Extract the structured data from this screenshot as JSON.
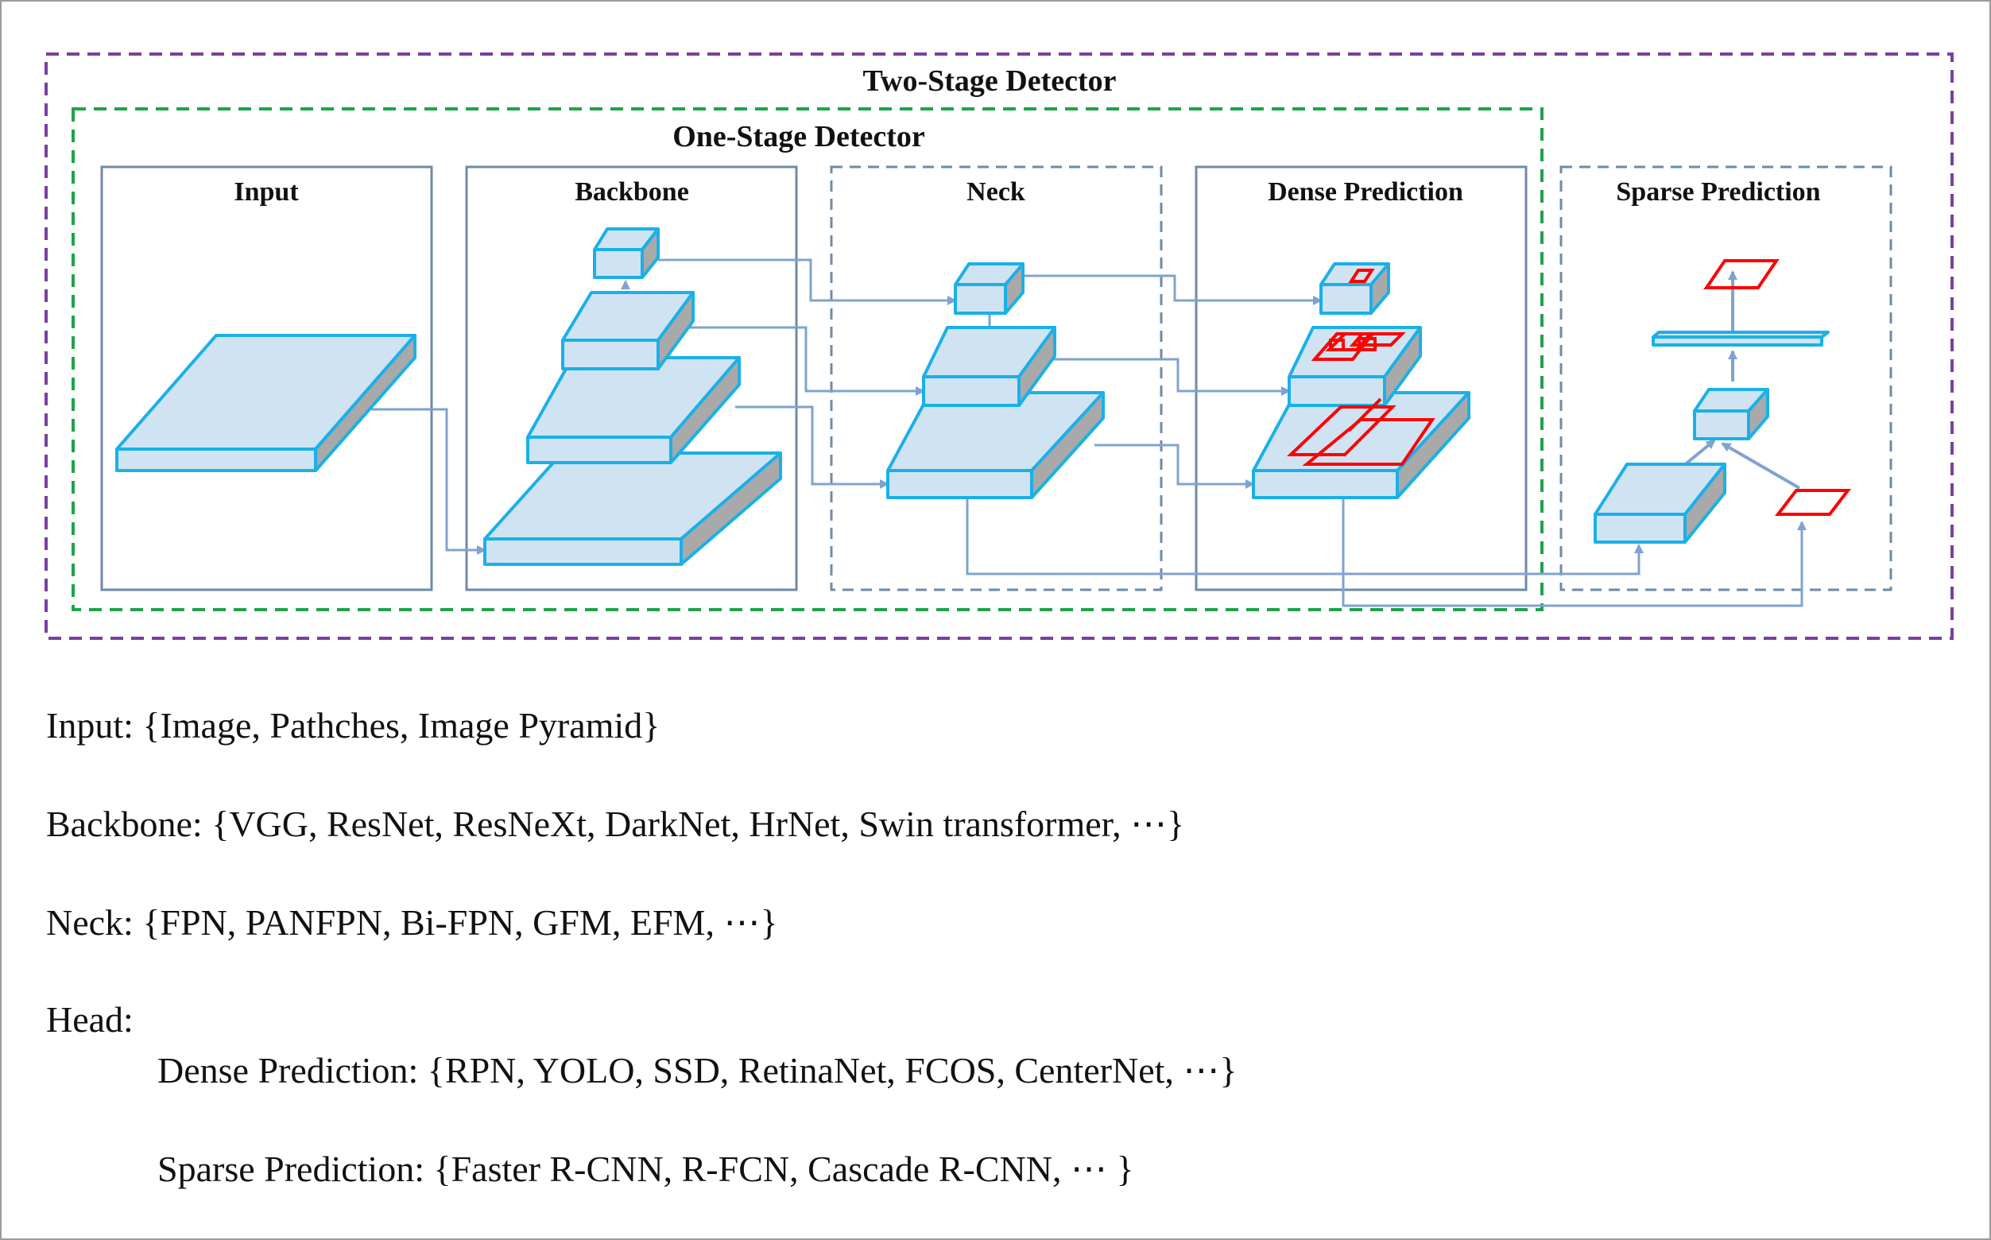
{
  "diagram": {
    "two_stage_title": "Two-Stage Detector",
    "one_stage_title": "One-Stage Detector",
    "modules": {
      "input": "Input",
      "backbone": "Backbone",
      "neck": "Neck",
      "dense": "Dense Prediction",
      "sparse": "Sparse Prediction"
    },
    "colors": {
      "two_stage_border": "#7a3fa0",
      "one_stage_border": "#1fa34a",
      "module_border": "#6f8aa8",
      "block_face": "#cfe3f3",
      "block_edge": "#1ab0e8",
      "block_side": "#a9a9a9",
      "arrow": "#7fa3d0",
      "box_red": "#ff0000"
    }
  },
  "legend": {
    "input": "Input: {Image, Pathches, Image Pyramid}",
    "backbone": "Backbone: {VGG, ResNet, ResNeXt, DarkNet, HrNet, Swin transformer, ⋯}",
    "neck": "Neck: {FPN, PANFPN, Bi-FPN, GFM, EFM, ⋯}",
    "head": "Head:",
    "dense": "Dense Prediction: {RPN, YOLO, SSD, RetinaNet, FCOS, CenterNet, ⋯}",
    "sparse": "Sparse Prediction: {Faster R-CNN, R-FCN, Cascade R-CNN, ⋯ }"
  }
}
